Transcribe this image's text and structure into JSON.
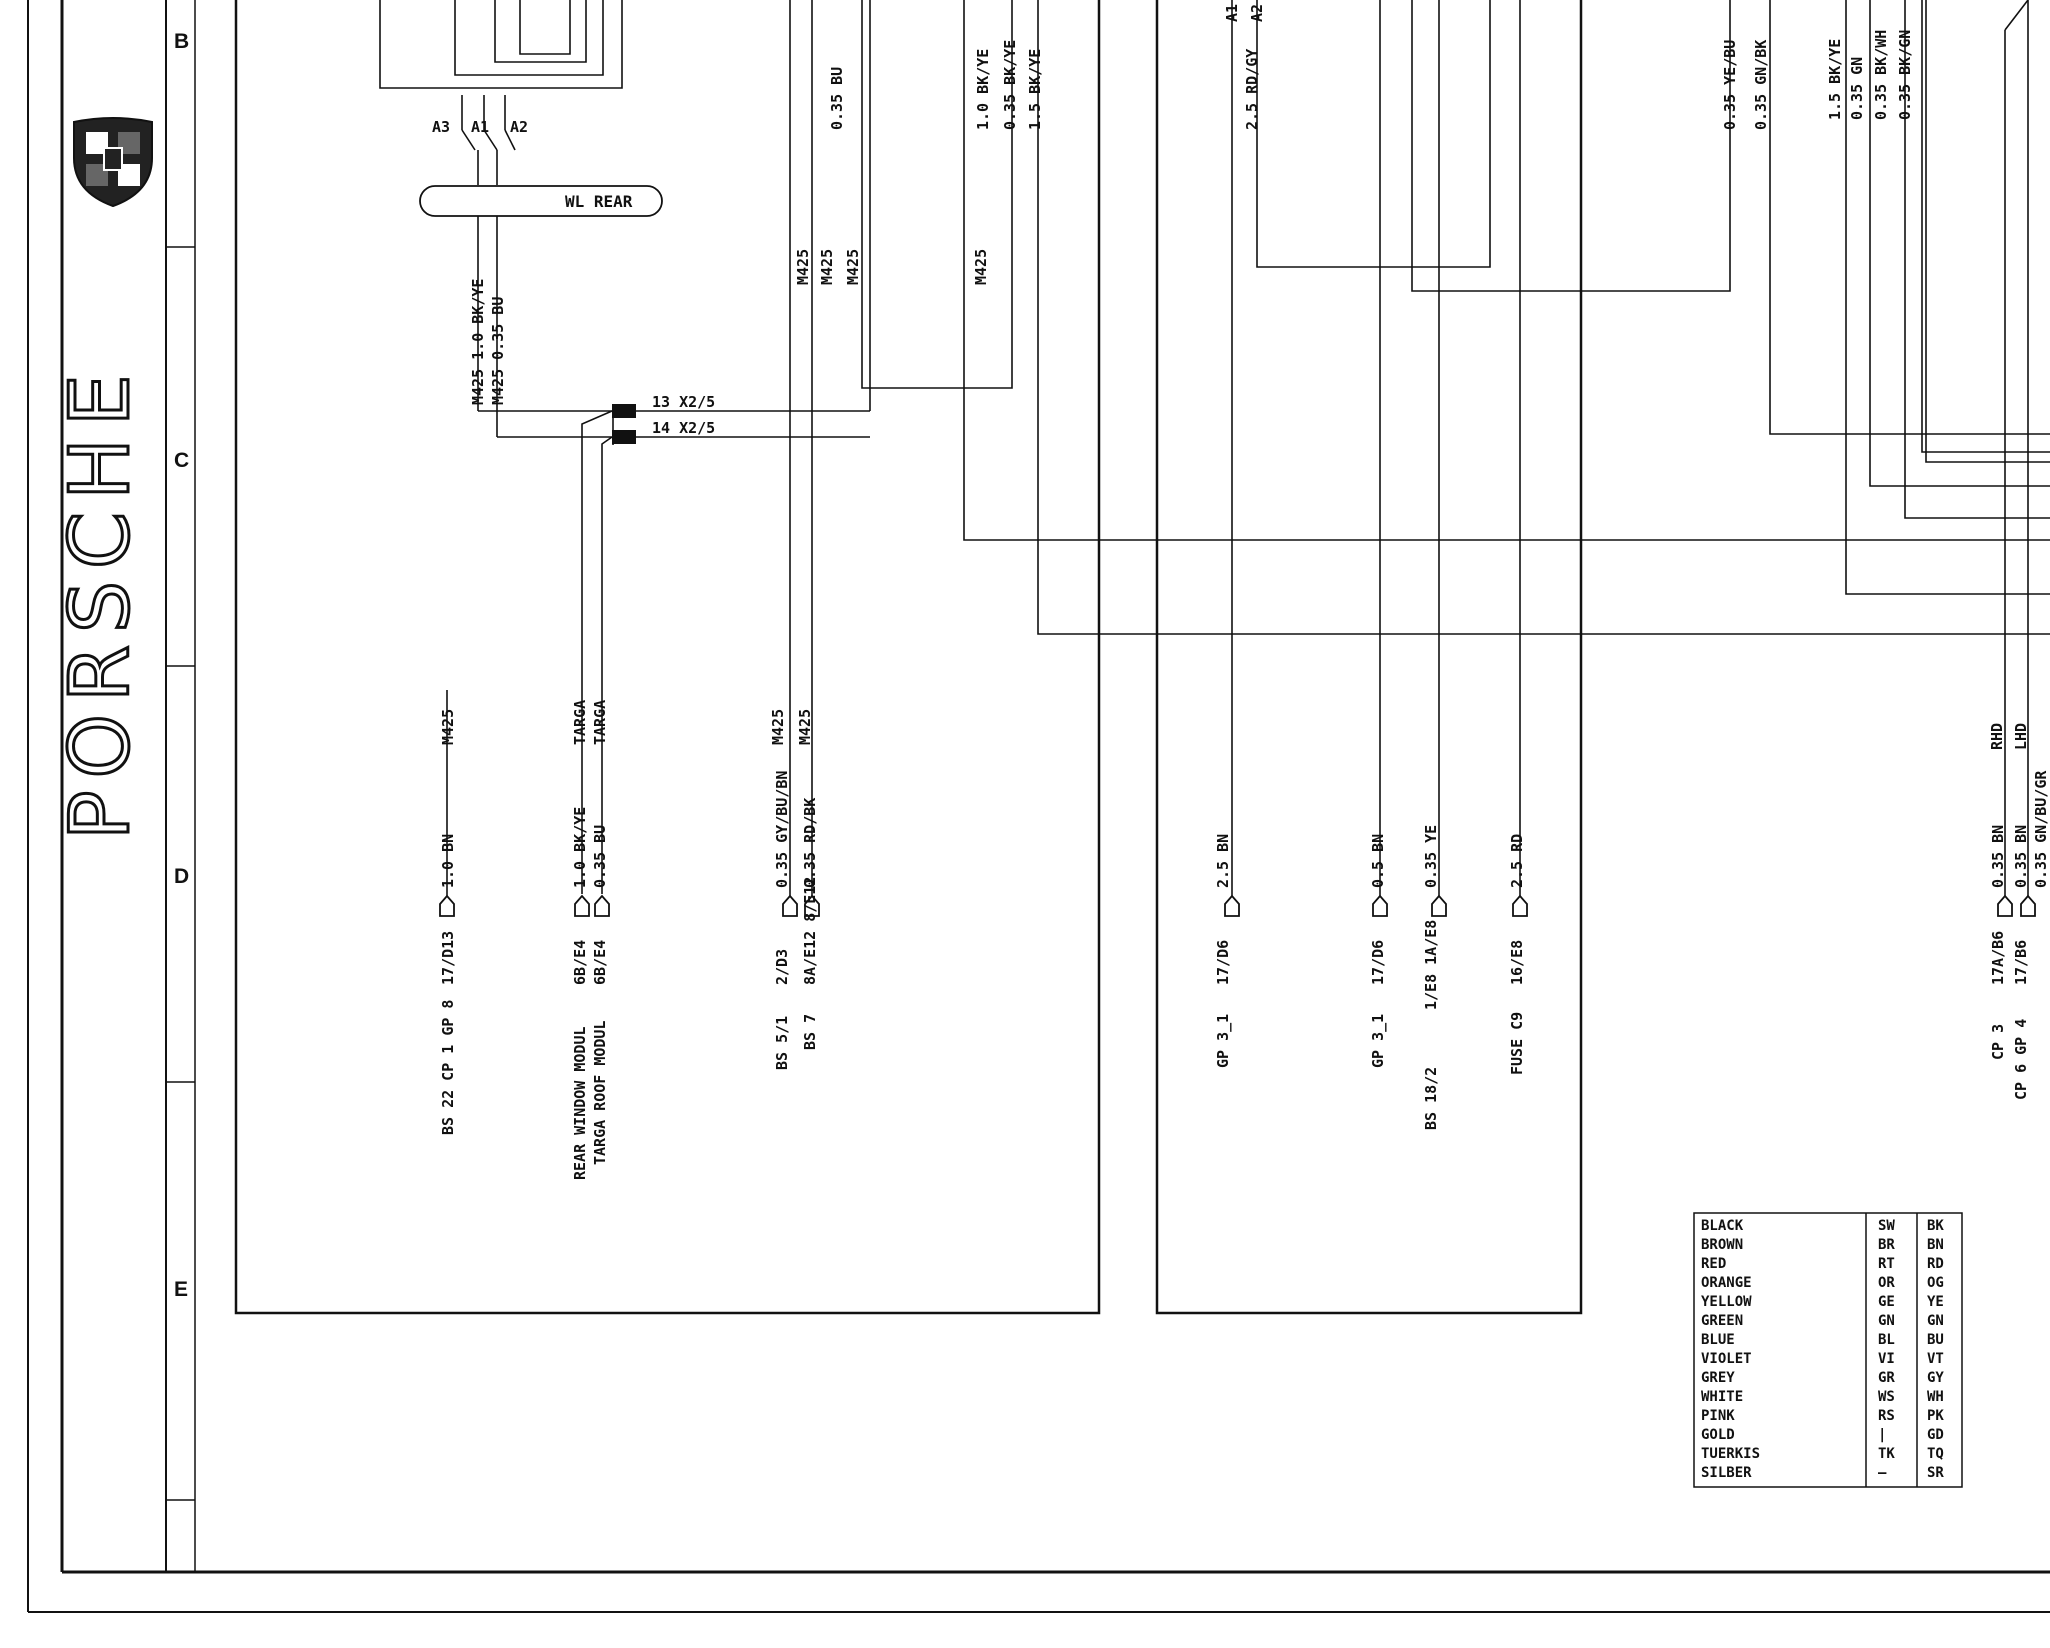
{
  "brand": {
    "name": "PORSCHE"
  },
  "grid_rows": [
    "B",
    "C",
    "D",
    "E"
  ],
  "module_label": "WL REAR",
  "relay_pins": [
    "A3",
    "A1",
    "A2",
    "A1",
    "A2"
  ],
  "connectors": [
    "13  X2/5",
    "14  X2/5"
  ],
  "wire_labels": {
    "top_0_35_bu": "0.35 BU",
    "top_1_0_bkye": "1.0  BK/YE",
    "top_0_35_bkye": "0.35 BK/YE",
    "top_1_5_bkye": "1.5 BK/YE",
    "top_rdgy": "2.5  RD/GY",
    "top_yebu": "0.35 YE/BU",
    "top_gnbk": "0.35 GN/BK",
    "top_1_5_bkye_r": "1.5 BK/YE",
    "top_gn": "0.35 GN",
    "top_bkwh": "0.35 BK/WH",
    "top_bkgn": "0.35 BK/GN",
    "m425_bkye": "M425  1.0  BK/YE",
    "m425_bu": "M425  0.35  BU",
    "m425": "M425",
    "targa": "TARGA",
    "rhd": "RHD",
    "lhd": "LHD"
  },
  "terminals": [
    {
      "wire": "1.0 BN",
      "code": "17/D13",
      "dest": "BS 22  CP 1  GP 8"
    },
    {
      "wire": "1.0  BK/YE",
      "code": "6B/E4",
      "dest": "REAR WINDOW MODUL"
    },
    {
      "wire": "0.35  BU",
      "code": "6B/E4",
      "dest": "TARGA ROOF MODUL"
    },
    {
      "wire": "0.35 GY/BU/BN",
      "code": "2/D3",
      "dest": "BS 5/1"
    },
    {
      "wire": "0.35 RD/BK",
      "code": "8A/E12  8/E12",
      "dest": "BS 7"
    },
    {
      "wire": "2.5 BN",
      "code": "17/D6",
      "dest": "GP 3_1"
    },
    {
      "wire": "0.5 BN",
      "code": "17/D6",
      "dest": "GP 3_1"
    },
    {
      "wire": "0.35 YE",
      "code": "1/E8  1A/E8",
      "dest": "BS 18/2"
    },
    {
      "wire": "2.5 RD",
      "code": "16/E8",
      "dest": "FUSE C9"
    },
    {
      "wire": "0.35 BN",
      "code": "17A/B6",
      "dest": "CP 3"
    },
    {
      "wire": "0.35 BN",
      "code": "17/B6",
      "dest": "CP 6  GP 4"
    },
    {
      "wire": "0.35 GN/BU/GR",
      "code": "",
      "dest": ""
    }
  ],
  "legend": {
    "rows": [
      [
        "BLACK",
        "SW",
        "BK"
      ],
      [
        "BROWN",
        "BR",
        "BN"
      ],
      [
        "RED",
        "RT",
        "RD"
      ],
      [
        "ORANGE",
        "OR",
        "OG"
      ],
      [
        "YELLOW",
        "GE",
        "YE"
      ],
      [
        "GREEN",
        "GN",
        "GN"
      ],
      [
        "BLUE",
        "BL",
        "BU"
      ],
      [
        "VIOLET",
        "VI",
        "VT"
      ],
      [
        "GREY",
        "GR",
        "GY"
      ],
      [
        "WHITE",
        "WS",
        "WH"
      ],
      [
        "PINK",
        "RS",
        "PK"
      ],
      [
        "GOLD",
        "|",
        "GD"
      ],
      [
        "TUERKIS",
        "TK",
        "TQ"
      ],
      [
        "SILBER",
        "—",
        "SR"
      ]
    ]
  }
}
